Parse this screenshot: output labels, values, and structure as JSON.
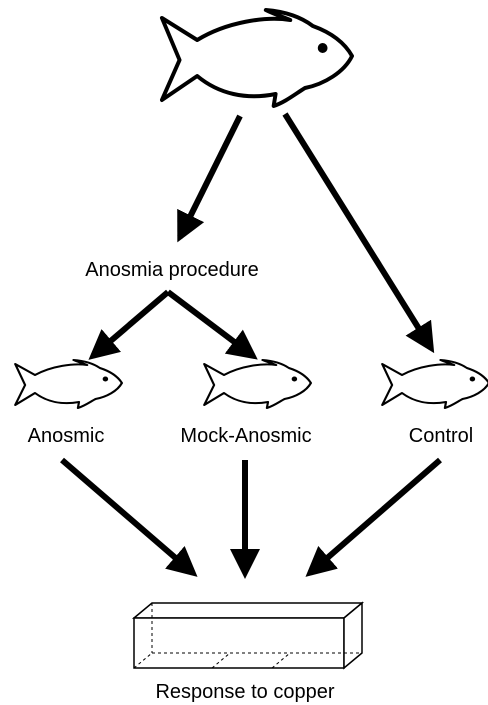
{
  "labels": {
    "procedure": "Anosmia procedure",
    "anosmic": "Anosmic",
    "mock_anosmic": "Mock-Anosmic",
    "control": "Control",
    "response": "Response to copper"
  },
  "nodes": {
    "source_fish": "fish-icon",
    "anosmic_fish": "fish-icon",
    "mock_anosmic_fish": "fish-icon",
    "control_fish": "fish-icon",
    "test_tank": "tank-icon"
  },
  "edges": [
    [
      "source_fish",
      "procedure"
    ],
    [
      "source_fish",
      "control_fish"
    ],
    [
      "procedure",
      "anosmic_fish"
    ],
    [
      "procedure",
      "mock_anosmic_fish"
    ],
    [
      "anosmic",
      "test_tank"
    ],
    [
      "mock_anosmic",
      "test_tank"
    ],
    [
      "control",
      "test_tank"
    ]
  ],
  "colors": {
    "stroke": "#000000",
    "fill": "#ffffff"
  }
}
